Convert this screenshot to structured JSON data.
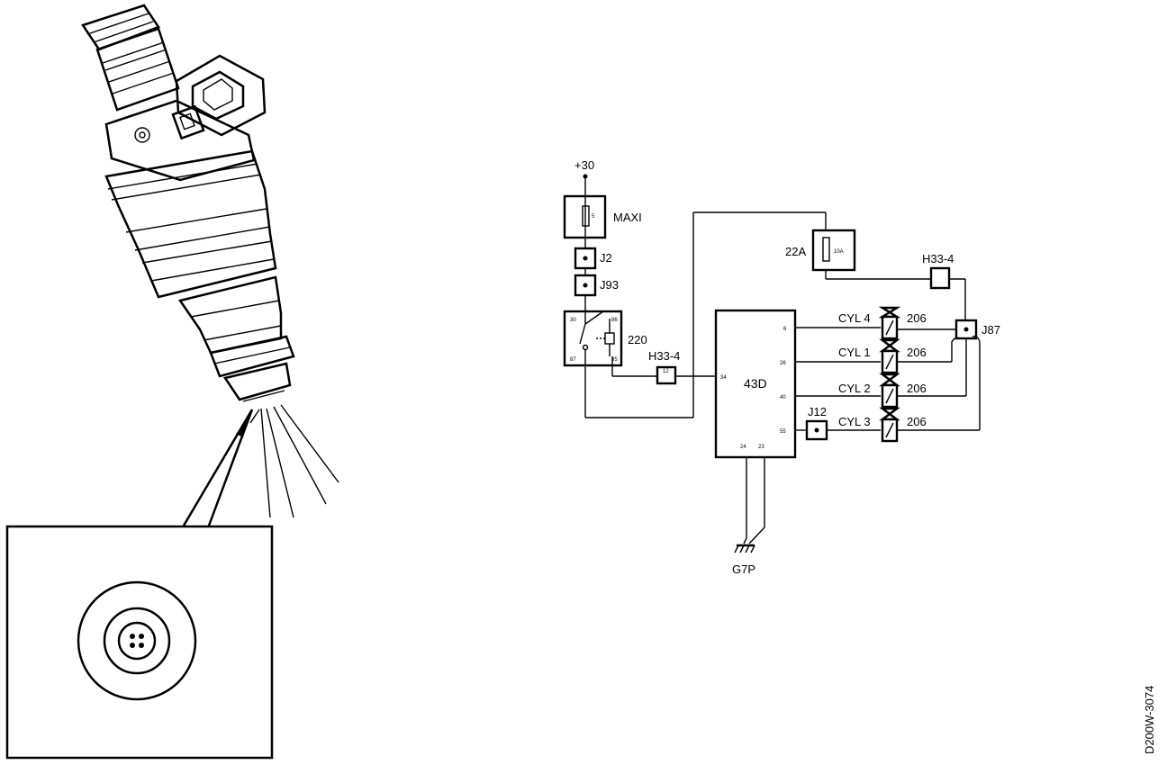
{
  "diagram": {
    "supply_label": "+30",
    "fuse_maxi_label": "MAXI",
    "fuse_22a_label": "22A",
    "fuse_22a_rating": "10A",
    "fuse_maxi_rating": "5",
    "connector_j2": "J2",
    "connector_j93": "J93",
    "relay_label": "220",
    "relay_pins": [
      "30",
      "87",
      "86",
      "85"
    ],
    "harness_label_1": "H33-4",
    "harness_label_2": "H33-4",
    "harness_pin": "12",
    "ecu_label": "43D",
    "ecu_pins": [
      "6",
      "26",
      "40",
      "55",
      "24",
      "23",
      "34"
    ],
    "injector_label": "206",
    "cylinders": [
      "CYL 4",
      "CYL 1",
      "CYL 2",
      "CYL 3"
    ],
    "connector_j87": "J87",
    "connector_j12": "J12",
    "ground_label": "G7P",
    "figure_code": "D200W-3074"
  }
}
